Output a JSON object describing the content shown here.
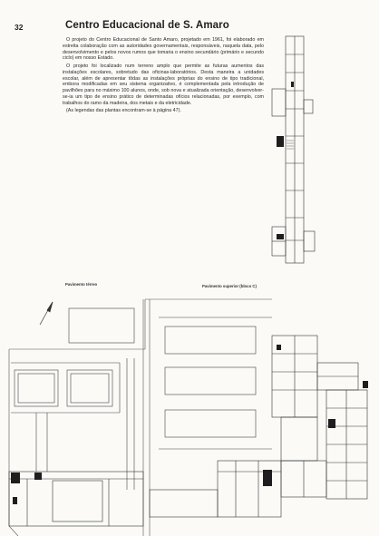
{
  "page": {
    "number": "32",
    "title": "Centro Educacional de S. Amaro"
  },
  "text": {
    "paragraphs": [
      "O projeto do Centro Educacional de Santo Amaro, projetado em 1961, foi elaborado em estreita colaboração com as autoridades governamentais, responsáveis, naquela data, pelo desenvolvimento e pelos novos rumos que tomaria o ensino secundário (primário e secundo ciclo) em nosso Estado.",
      "O projeto foi localizado num terreno amplo que permite as futuras aumentos das instalações escolares, sobretudo das oficinas-laboratórios. Desta maneira a unidades escolar, além de apresentar tôdas as instalações próprias do ensino de tipo tradicional, embora modificadas em seu sistema organizativo, é complementada pela introdução de pavilhões para no máximo 100 alunos, onde, sob nova e atualizada orientação, desenvolver-se-ia um tipo de ensino prático de determinadas ofícios relacionadas, por exemplo, com trabalhos do ramo da madeira, dos metais e da eletricidade.",
      "(As legendas das plantas encontram-se à página 47)."
    ]
  },
  "captions": {
    "ground_floor": "Pavimento térreo",
    "upper_floor": "Pavimento superior (bloco C)"
  }
}
